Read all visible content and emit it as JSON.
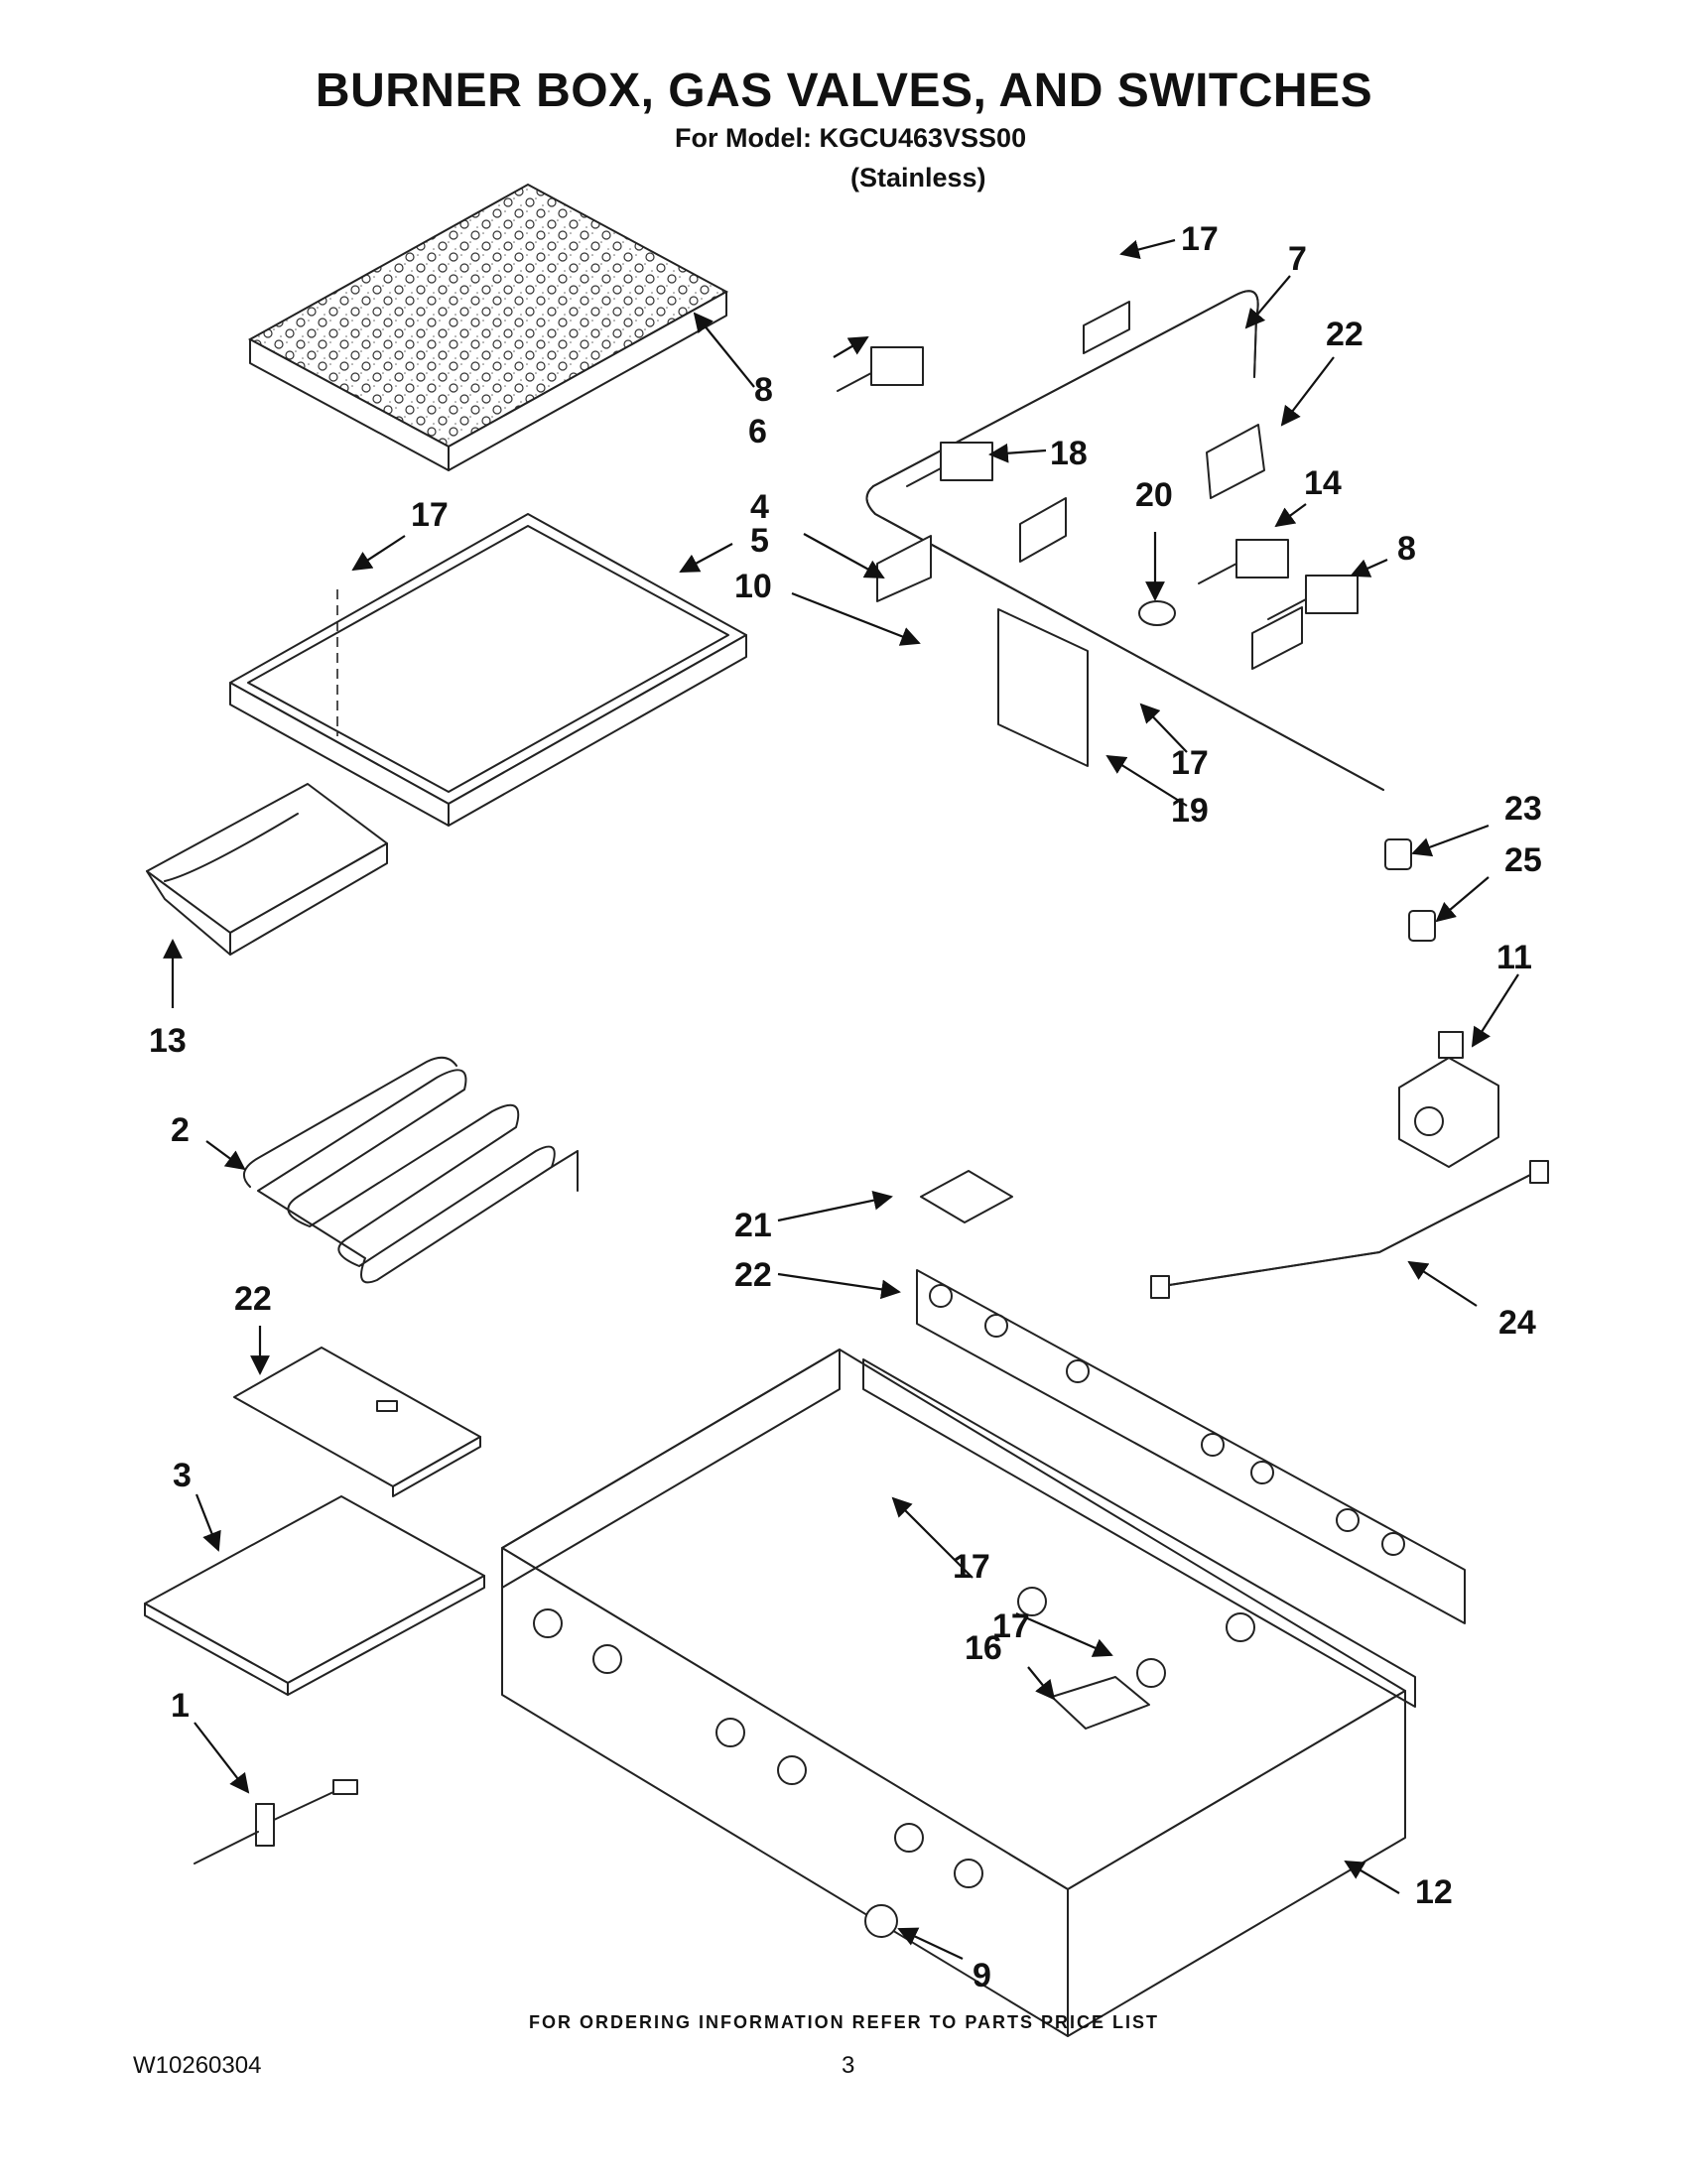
{
  "header": {
    "title": "BURNER BOX, GAS VALVES, AND SWITCHES",
    "model_line": "For Model: KGCU463VSS00",
    "variant_line": "(Stainless)"
  },
  "callouts": {
    "c1": "1",
    "c2": "2",
    "c3": "3",
    "c4": "4",
    "c5": "5",
    "c6": "6",
    "c7": "7",
    "c8a": "8",
    "c8b": "8",
    "c9": "9",
    "c10": "10",
    "c11": "11",
    "c12": "12",
    "c13": "13",
    "c14": "14",
    "c16": "16",
    "c17a": "17",
    "c17b": "17",
    "c17c": "17",
    "c17d": "17",
    "c17e": "17",
    "c18": "18",
    "c19": "19",
    "c20": "20",
    "c21": "21",
    "c22a": "22",
    "c22b": "22",
    "c22c": "22",
    "c23": "23",
    "c24": "24",
    "c25": "25"
  },
  "footer": {
    "ordering_note": "FOR ORDERING INFORMATION REFER TO PARTS PRICE LIST",
    "doc_number": "W10260304",
    "page_number": "3"
  }
}
